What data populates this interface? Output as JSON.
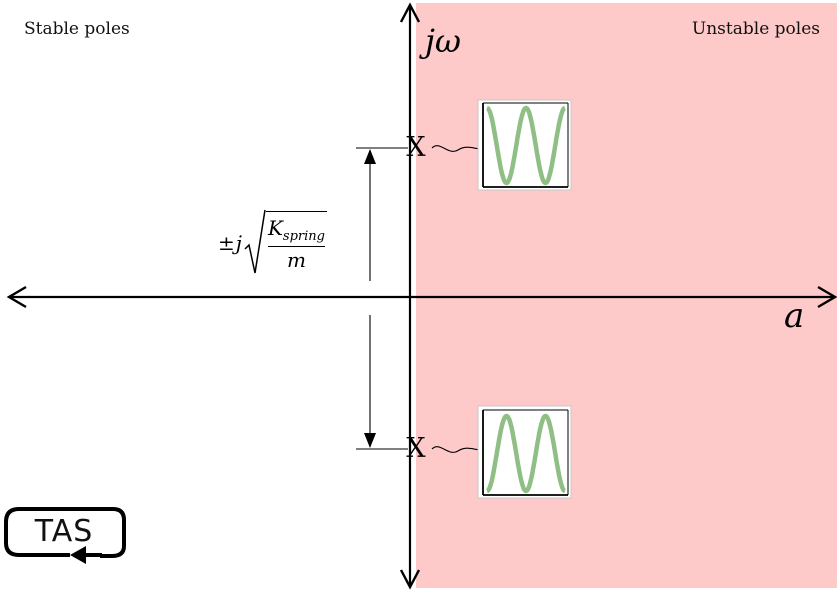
{
  "regions": {
    "stable_label": "Stable poles",
    "unstable_label": "Unstable poles",
    "unstable_color": "#fdc9c9"
  },
  "axes": {
    "vertical_label": "jω",
    "horizontal_label": "a"
  },
  "poles": {
    "marker": "X"
  },
  "formula": {
    "plus_minus": "±",
    "j": "j",
    "numerator": "K",
    "numerator_subscript": "spring",
    "denominator": "m"
  },
  "oscillation_color": "#8fbf85",
  "logo": {
    "text": "TAS"
  }
}
